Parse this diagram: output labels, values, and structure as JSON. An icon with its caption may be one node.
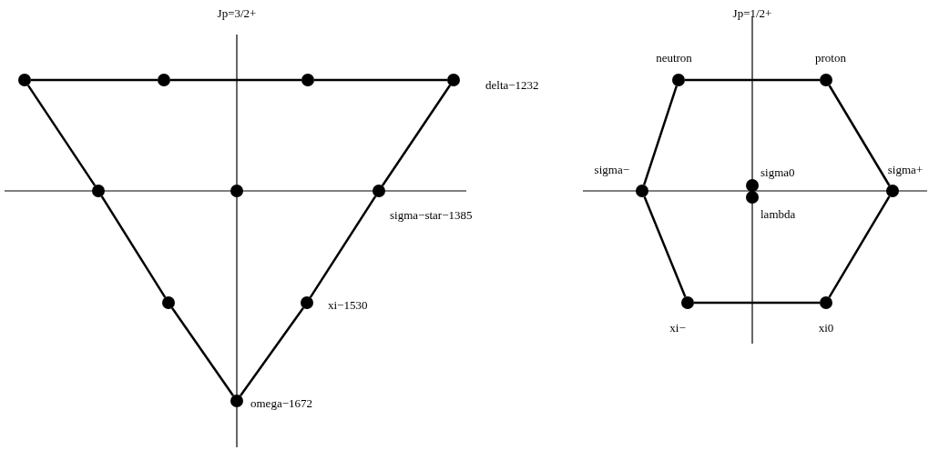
{
  "diagram": {
    "nodes": [
      {
        "text": [],
        "shape": "circle"
      },
      {
        "text": [],
        "shape": "circle"
      },
      {
        "text": [],
        "shape": "circle"
      },
      {
        "text": [],
        "shape": "circle",
        "beside": [
          "delta−1232"
        ]
      },
      {
        "text": [],
        "shape": "circle"
      },
      {
        "text": [],
        "shape": "circle"
      },
      {
        "text": [],
        "shape": "circle",
        "beside": [
          "sigma−star−1385"
        ]
      },
      {
        "text": [],
        "shape": "circle"
      },
      {
        "text": [],
        "shape": "circle",
        "beside": [
          "xi−1530"
        ]
      },
      {
        "text": [],
        "shape": "circle",
        "beside": [
          "omega−1672"
        ]
      },
      {
        "text": [],
        "shape": "circle",
        "beside": [
          "neutron"
        ]
      },
      {
        "text": [],
        "shape": "circle",
        "beside": [
          "proton"
        ]
      },
      {
        "text": [],
        "shape": "circle",
        "beside": [
          "sigma−"
        ]
      },
      {
        "text": [],
        "shape": "circle",
        "beside": [
          "sigma0"
        ]
      },
      {
        "text": [],
        "shape": "circle",
        "beside": [
          "lambda"
        ]
      },
      {
        "text": [],
        "shape": "circle",
        "beside": [
          "sigma+"
        ]
      },
      {
        "text": [],
        "shape": "circle",
        "beside": [
          "xi−"
        ]
      },
      {
        "text": [],
        "shape": "circle",
        "beside": [
          "xi0"
        ]
      }
    ],
    "edges": [
      {
        "from": 0,
        "to": 1,
        "arrow": "none"
      },
      {
        "from": 1,
        "to": 2,
        "arrow": "none"
      },
      {
        "from": 2,
        "to": 3,
        "arrow": "none"
      },
      {
        "from": 0,
        "to": 4,
        "arrow": "none"
      },
      {
        "from": 4,
        "to": 7,
        "arrow": "none"
      },
      {
        "from": 7,
        "to": 9,
        "arrow": "none"
      },
      {
        "from": 3,
        "to": 6,
        "arrow": "none"
      },
      {
        "from": 6,
        "to": 8,
        "arrow": "none"
      },
      {
        "from": 8,
        "to": 9,
        "arrow": "none"
      },
      {
        "from": 10,
        "to": 11,
        "arrow": "none"
      },
      {
        "from": 11,
        "to": 15,
        "arrow": "none"
      },
      {
        "from": 15,
        "to": 17,
        "arrow": "none"
      },
      {
        "from": 17,
        "to": 16,
        "arrow": "none"
      },
      {
        "from": 16,
        "to": 12,
        "arrow": "none"
      },
      {
        "from": 12,
        "to": 10,
        "arrow": "none"
      }
    ],
    "labels": [
      "Jp=3/2+",
      "Jp=1/2+"
    ]
  }
}
